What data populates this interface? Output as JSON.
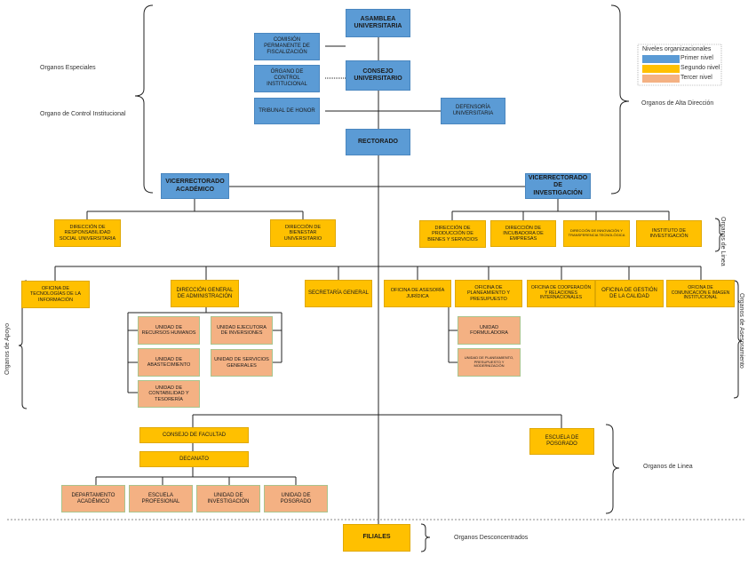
{
  "nodes": {
    "asamblea": "ASAMBLEA UNIVERSITARIA",
    "consejo": "CONSEJO UNIVERSITARIO",
    "rectorado": "RECTORADO",
    "comision": "COMISIÓN PERMANENTE DE FISCALIZACIÓN",
    "organo_control": "ÓRGANO DE CONTROL INSTITUCIONAL",
    "tribunal": "TRIBUNAL DE HONOR",
    "defensoria": "DEFENSORÍA UNIVERSITARIA",
    "vicerrectorado_acad": "VICERRECTORADO ACADÉMICO",
    "vicerrectorado_inv": "VICERRECTORADO DE INVESTIGACIÓN",
    "dir_responsabilidad": "DIRECCIÓN DE RESPONSABILIDAD SOCIAL UNIVERSITARIA",
    "dir_bienestar": "DIRECCIÓN DE BIENESTAR UNIVERSITARIO",
    "dir_produccion": "DIRECCIÓN DE PRODUCCIÓN DE BIENES Y SERVICIOS",
    "dir_incubadora": "DIRECCIÓN DE INCUBADORA DE EMPRESAS",
    "dir_innovacion": "DIRECCIÓN DE INNOVACIÓN Y TRANSFERENCIA TECNOLÓGICA",
    "instituto": "INSTITUTO DE INVESTIGACIÓN",
    "of_tecnologias": "OFICINA DE TECNOLOGÍAS DE LA INFORMACIÓN",
    "dir_admin": "DIRECCIÓN GENERAL DE ADMINISTRACIÓN",
    "secretaria": "SECRETARÍA GENERAL",
    "of_asesoria": "OFICINA DE ASESORÍA JURÍDICA",
    "of_planeamiento": "OFICINA DE PLANEAMIENTO Y PRESUPUESTO",
    "of_cooperacion": "OFICINA DE COOPERACIÓN Y RELACIONES INTERNACIONALES",
    "of_calidad": "OFICINA DE GESTIÓN DE LA CALIDAD",
    "of_comunicacion": "OFICINA DE COMUNICACIÓN E IMAGEN INSTITUCIONAL",
    "u_rrhh": "UNIDAD DE RECURSOS HUMANOS",
    "u_abastecimiento": "UNIDAD DE ABASTECIMIENTO",
    "u_contabilidad": "UNIDAD DE CONTABILIDAD Y TESORERÍA",
    "u_ejecutora": "UNIDAD EJECUTORA DE INVERSIONES",
    "u_servicios": "UNIDAD DE SERVICIOS GENERALES",
    "u_formuladora": "UNIDAD FORMULADORA",
    "u_planeamiento": "UNIDAD DE PLANEAMIENTO, PRESUPUESTO Y MODERNIZACIÓN",
    "consejo_facultad": "CONSEJO DE FACULTAD",
    "decanato": "DECANATO",
    "escuela_posgrado": "ESCUELA DE POSGRADO",
    "departamento": "DEPARTAMENTO ACADÉMICO",
    "escuela_prof": "ESCUELA PROFESIONAL",
    "u_investigacion": "UNIDAD DE INVESTIGACIÓN",
    "u_posgrado": "UNIDAD DE POSGRADO",
    "filiales": "FILIALES"
  },
  "labels": {
    "organos_especiales": "Organos Especiales",
    "organo_control": "Organo de Control Institucional",
    "alta_direccion": "Organos de Alta Dirección",
    "organos_linea_v": "Organos de Linea",
    "organos_apoyo": "Organos de Apoyo",
    "organos_asesoramiento": "Organos de Asesoramiento",
    "organos_linea": "Organos de Linea",
    "desconcentrados": "Organos Desconcentrados"
  },
  "legend": {
    "title": "Niveles organizacionales",
    "items": [
      {
        "label": "Primer nivel",
        "color": "#5b9bd5"
      },
      {
        "label": "Segundo nivel",
        "color": "#ffc000"
      },
      {
        "label": "Tercer nivel",
        "color": "#f4b183"
      }
    ]
  },
  "colors": {
    "primer": "#5b9bd5",
    "segundo": "#ffc000",
    "tercer": "#f4b183"
  }
}
